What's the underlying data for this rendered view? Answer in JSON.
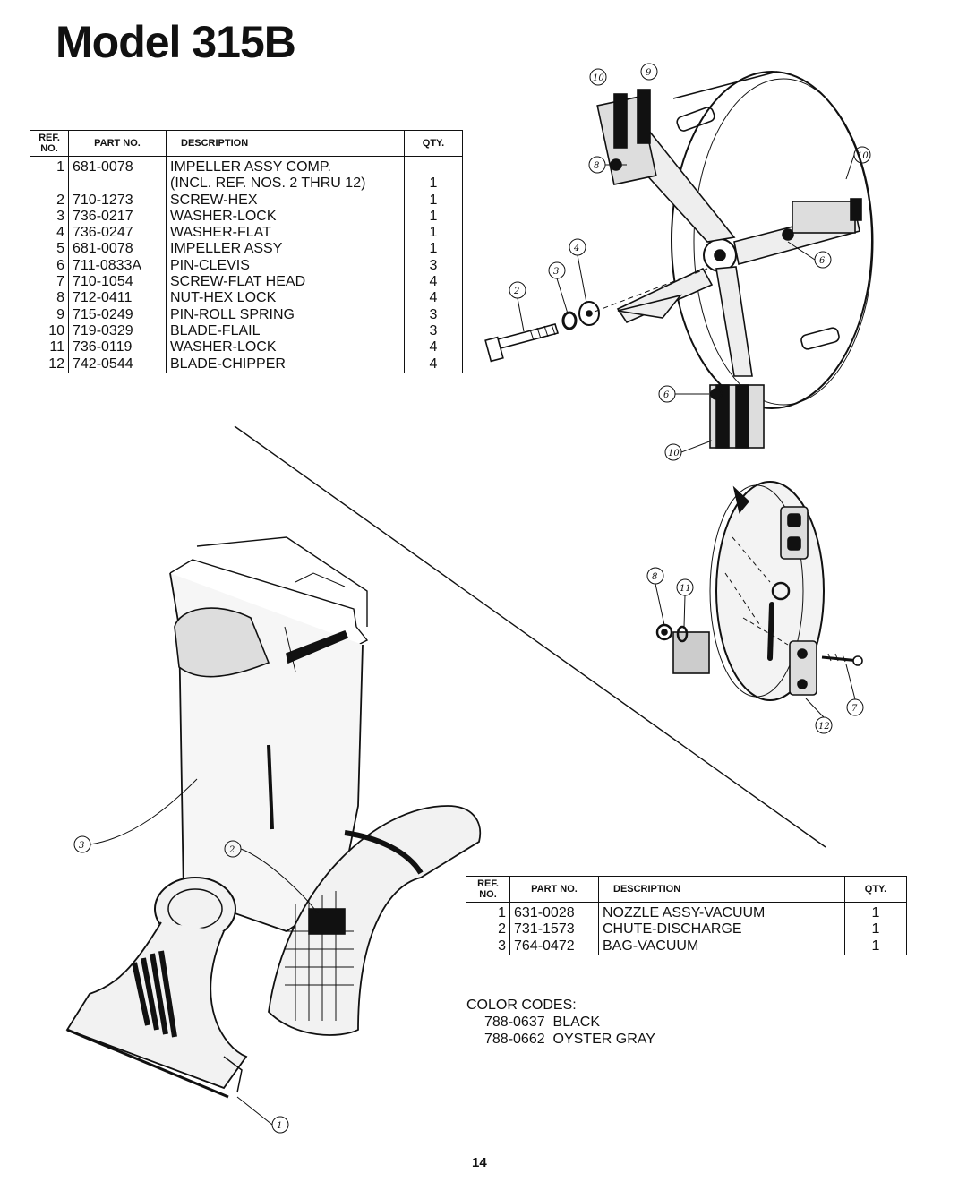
{
  "page": {
    "title": "Model 315B",
    "page_number": "14"
  },
  "impeller_table": {
    "headers": {
      "ref": "REF. NO.",
      "part": "PART NO.",
      "desc": "DESCRIPTION",
      "qty": "QTY."
    },
    "rows": [
      {
        "ref": "1",
        "part": "681-0078",
        "desc": "IMPELLER ASSY COMP.",
        "qty": ""
      },
      {
        "ref": "",
        "part": "",
        "desc": "(INCL. REF. NOS. 2 THRU 12)",
        "qty": "1"
      },
      {
        "ref": "2",
        "part": "710-1273",
        "desc": "SCREW-HEX",
        "qty": "1"
      },
      {
        "ref": "3",
        "part": "736-0217",
        "desc": "WASHER-LOCK",
        "qty": "1"
      },
      {
        "ref": "4",
        "part": "736-0247",
        "desc": "WASHER-FLAT",
        "qty": "1"
      },
      {
        "ref": "5",
        "part": "681-0078",
        "desc": "IMPELLER ASSY",
        "qty": "1"
      },
      {
        "ref": "6",
        "part": "711-0833A",
        "desc": "PIN-CLEVIS",
        "qty": "3"
      },
      {
        "ref": "7",
        "part": "710-1054",
        "desc": "SCREW-FLAT HEAD",
        "qty": "4"
      },
      {
        "ref": "8",
        "part": "712-0411",
        "desc": "NUT-HEX LOCK",
        "qty": "4"
      },
      {
        "ref": "9",
        "part": "715-0249",
        "desc": "PIN-ROLL SPRING",
        "qty": "3"
      },
      {
        "ref": "10",
        "part": "719-0329",
        "desc": "BLADE-FLAIL",
        "qty": "3"
      },
      {
        "ref": "11",
        "part": "736-0119",
        "desc": "WASHER-LOCK",
        "qty": "4"
      },
      {
        "ref": "12",
        "part": "742-0544",
        "desc": "BLADE-CHIPPER",
        "qty": "4"
      }
    ]
  },
  "vacuum_table": {
    "headers": {
      "ref": "REF. NO.",
      "part": "PART NO.",
      "desc": "DESCRIPTION",
      "qty": "QTY."
    },
    "rows": [
      {
        "ref": "1",
        "part": "631-0028",
        "desc": "NOZZLE ASSY-VACUUM",
        "qty": "1"
      },
      {
        "ref": "2",
        "part": "731-1573",
        "desc": "CHUTE-DISCHARGE",
        "qty": "1"
      },
      {
        "ref": "3",
        "part": "764-0472",
        "desc": "BAG-VACUUM",
        "qty": "1"
      }
    ]
  },
  "color_codes": {
    "heading": "COLOR CODES:",
    "items": [
      {
        "code": "788-0637",
        "name": "BLACK"
      },
      {
        "code": "788-0662",
        "name": "OYSTER GRAY"
      }
    ]
  },
  "callouts": {
    "impeller": [
      "10",
      "9",
      "8",
      "10",
      "6",
      "4",
      "3",
      "2",
      "6",
      "10"
    ],
    "disc": [
      "8",
      "11",
      "7",
      "12"
    ],
    "vacuum": [
      "3",
      "2",
      "1"
    ]
  }
}
